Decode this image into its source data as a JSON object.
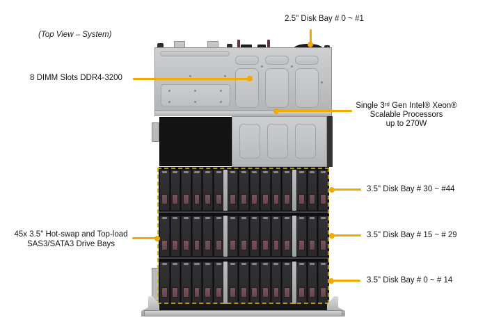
{
  "caption": "(Top View – System)",
  "colors": {
    "arrow": "#F2A900",
    "dash": "#D4AF00"
  },
  "callouts": {
    "disk_bay_25": {
      "label": "2.5\" Disk Bay # 0 ~ #1"
    },
    "dimm_slots": {
      "label": "8 DIMM Slots DDR4-3200"
    },
    "cpu": {
      "line1": "Single 3ʳᵈ Gen Intel® Xeon®",
      "line2": "Scalable Processors",
      "line3": "up to 270W"
    },
    "bay_30_44": {
      "label": "3.5\" Disk Bay # 30 ~ #44"
    },
    "bay_15_29": {
      "label": "3.5\" Disk Bay # 15 ~ # 29"
    },
    "bay_0_14": {
      "label": "3.5\" Disk Bay # 0 ~ # 14"
    },
    "drive_bays": {
      "line1": "45x 3.5\" Hot-swap and Top-load",
      "line2": "SAS3/SATA3 Drive Bays"
    }
  },
  "chassis": {
    "drive_rows": 3,
    "drive_groups": [
      6,
      6,
      3
    ],
    "total_drive_bays": 45
  }
}
